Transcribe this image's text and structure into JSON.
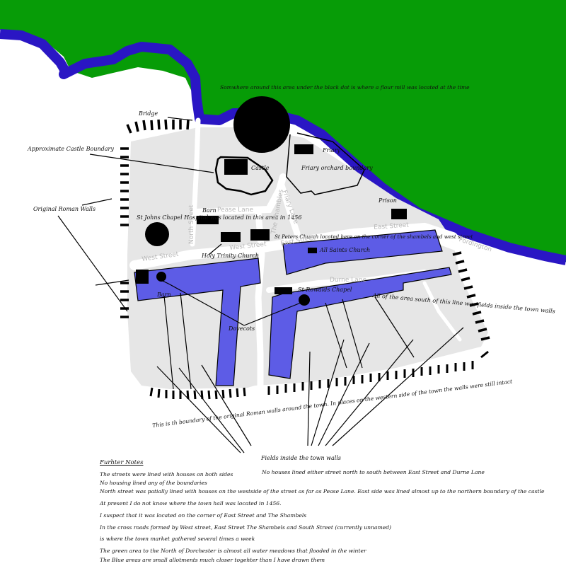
{
  "map": {
    "colors": {
      "water_meadow": "#079c07",
      "river": "#2a16c4",
      "town_area": "#e6e6e6",
      "streets": "#ffffff",
      "allotments": "#5d5ce6",
      "buildings": "#000000",
      "background": "#ffffff"
    },
    "annotations": {
      "flour_mill": "Somwhere around this area under the black dot is where a flour mill was located at the time",
      "bridge": "Bridge",
      "castle_boundary": "Approximate Castle Boundary",
      "roman_walls": "Original Roman Walls",
      "castle": "Castle",
      "friary": "Friary",
      "friary_orchard": "Friary orchard boundary",
      "prison": "Prison",
      "barn_north": "Barn",
      "st_johns": "St Johns Chapel Hospital was located in this area in 1456",
      "holy_trinity": "Holy Trinity Church",
      "st_peters": "St Peters Church located here on the  corner of the shambels and west street",
      "all_saints": "All Saints Church",
      "st_rowalds": "St Rowalds Chapel",
      "fields_line": "All of the area south of this line was fields inside the town walls",
      "barn_south": "Barn",
      "dovecots": "Dovecots",
      "wall_boundary": "This is th boundary of the original Roman walls around the town. In places on the western side of the town the walls were still intact",
      "fields_inside": "Fields inside the town walls"
    },
    "streets": {
      "pease_lane": "Pease Lane",
      "north_street": "North Street",
      "west_street_1": "West Street",
      "west_street_2": "West Street",
      "the_shambles": "The Shambles",
      "friary_lane": "Friary Lane",
      "east_street_1": "East Street",
      "east_street_2": "East Street",
      "durne_lane": "Durne Lane",
      "fordington": "Fordington"
    }
  },
  "notes": {
    "title": "Furhter Notes",
    "right_note": "No houses lined either street north to south between East Street and Durne Lane",
    "lines": [
      "The streets were lined with houses on both sides",
      "No housing lined any of the boundaries",
      " North street was patially lined with houses on the westside of the street as far as Pease Lane. East side was lined almost up to the northern boundary of the castle",
      "At present I do not know where the town hall was located in 1456.",
      "I suspect that it was located on the corner of East Street and The Shambels",
      "In the cross roads formed by West street, East Street The Shambels and South Street (currently unnamed)",
      "is where the town market gathered several times a week",
      "The green area to the North of Dorchester is almost all water meadows that flooded in the winter",
      "The Blue areas are small allotments much closer togehter than I have drawn them"
    ]
  }
}
